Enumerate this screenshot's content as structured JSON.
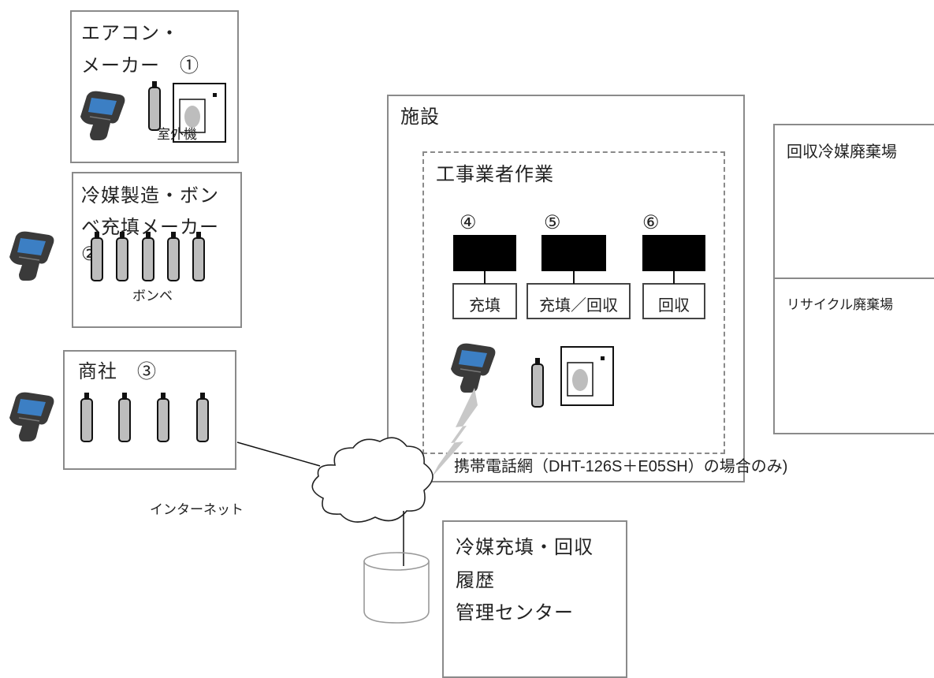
{
  "aircon_maker": {
    "line1": "エアコン・",
    "line2": "メーカー　①",
    "unit_label": "室外機"
  },
  "refrigerant_maker": {
    "line1": "冷媒製造・ボン",
    "line2": "ベ充填メーカー",
    "num_partial": "②",
    "cylinder_label": "ボンベ"
  },
  "trading": {
    "title": "商社　③"
  },
  "internet": {
    "label": "インターネット"
  },
  "facility": {
    "title": "施設",
    "contractor": {
      "title": "工事業者作業",
      "steps": [
        {
          "num": "④",
          "label": "充填"
        },
        {
          "num": "⑤",
          "label": "充填／回収"
        },
        {
          "num": "⑥",
          "label": "回収"
        }
      ]
    },
    "mobile_note": "携帯電話網（DHT-126S＋E05SH）の場合のみ)"
  },
  "disposal": {
    "recovery": "回収冷媒廃棄場",
    "recycle": "リサイクル廃棄場"
  },
  "center": {
    "line1": "冷媒充填・回収",
    "line2": "履歴",
    "line3": "管理センター"
  },
  "colors": {
    "border": "#8a8a8a",
    "cylinder": "#bdbdbd",
    "scanner_body": "#3a3a3a",
    "scanner_screen": "#3c7fc4",
    "lightning": "#c8c8c8"
  }
}
